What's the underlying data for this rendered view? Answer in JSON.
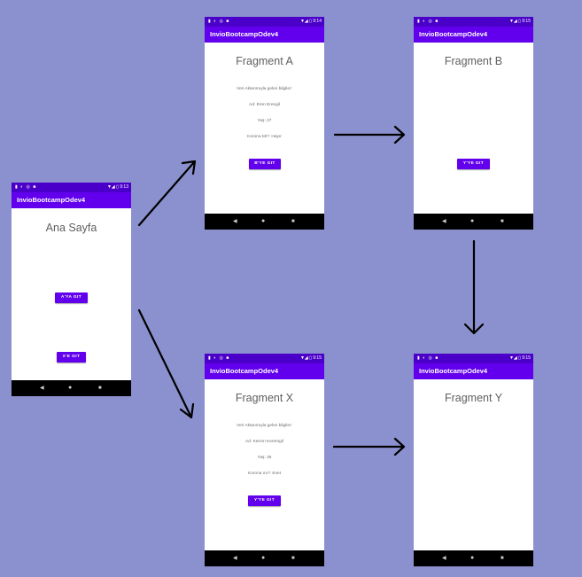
{
  "app_title": "InvioBootcampOdev4",
  "colors": {
    "background": "#8b91ce",
    "statusbar": "#4a00c8",
    "appbar": "#6200ee",
    "button": "#6200ee"
  },
  "screens": {
    "main": {
      "status_time": "9:13",
      "title": "Ana Sayfa",
      "button_a": "A'YA GIT",
      "button_x": "X'E GIT"
    },
    "fragment_a": {
      "status_time": "9:14",
      "title": "Fragment A",
      "info_header": "Veri Aktarımıyla gelen bilgiler:",
      "name": "Ad: Eren Erengil",
      "age": "Yaş: 27",
      "corona": "Korona Mi?: Hayır",
      "button": "B'YE GIT"
    },
    "fragment_b": {
      "status_time": "9:15",
      "title": "Fragment B",
      "button": "Y'YE GIT"
    },
    "fragment_x": {
      "status_time": "9:15",
      "title": "Fragment X",
      "info_header": "Veri Aktarımıyla gelen bilgiler:",
      "name": "Ad: Kerem Keremgil",
      "age": "Yaş: 35",
      "corona": "Korona mı?: Evet",
      "button": "Y'YE GIT"
    },
    "fragment_y": {
      "status_time": "9:15",
      "title": "Fragment Y"
    }
  },
  "icons": {
    "status_left": "▮ ◐ ◎ ■",
    "status_signal": "▼◢ ▯",
    "nav_back": "◀",
    "nav_home": "●",
    "nav_recent": "■"
  }
}
